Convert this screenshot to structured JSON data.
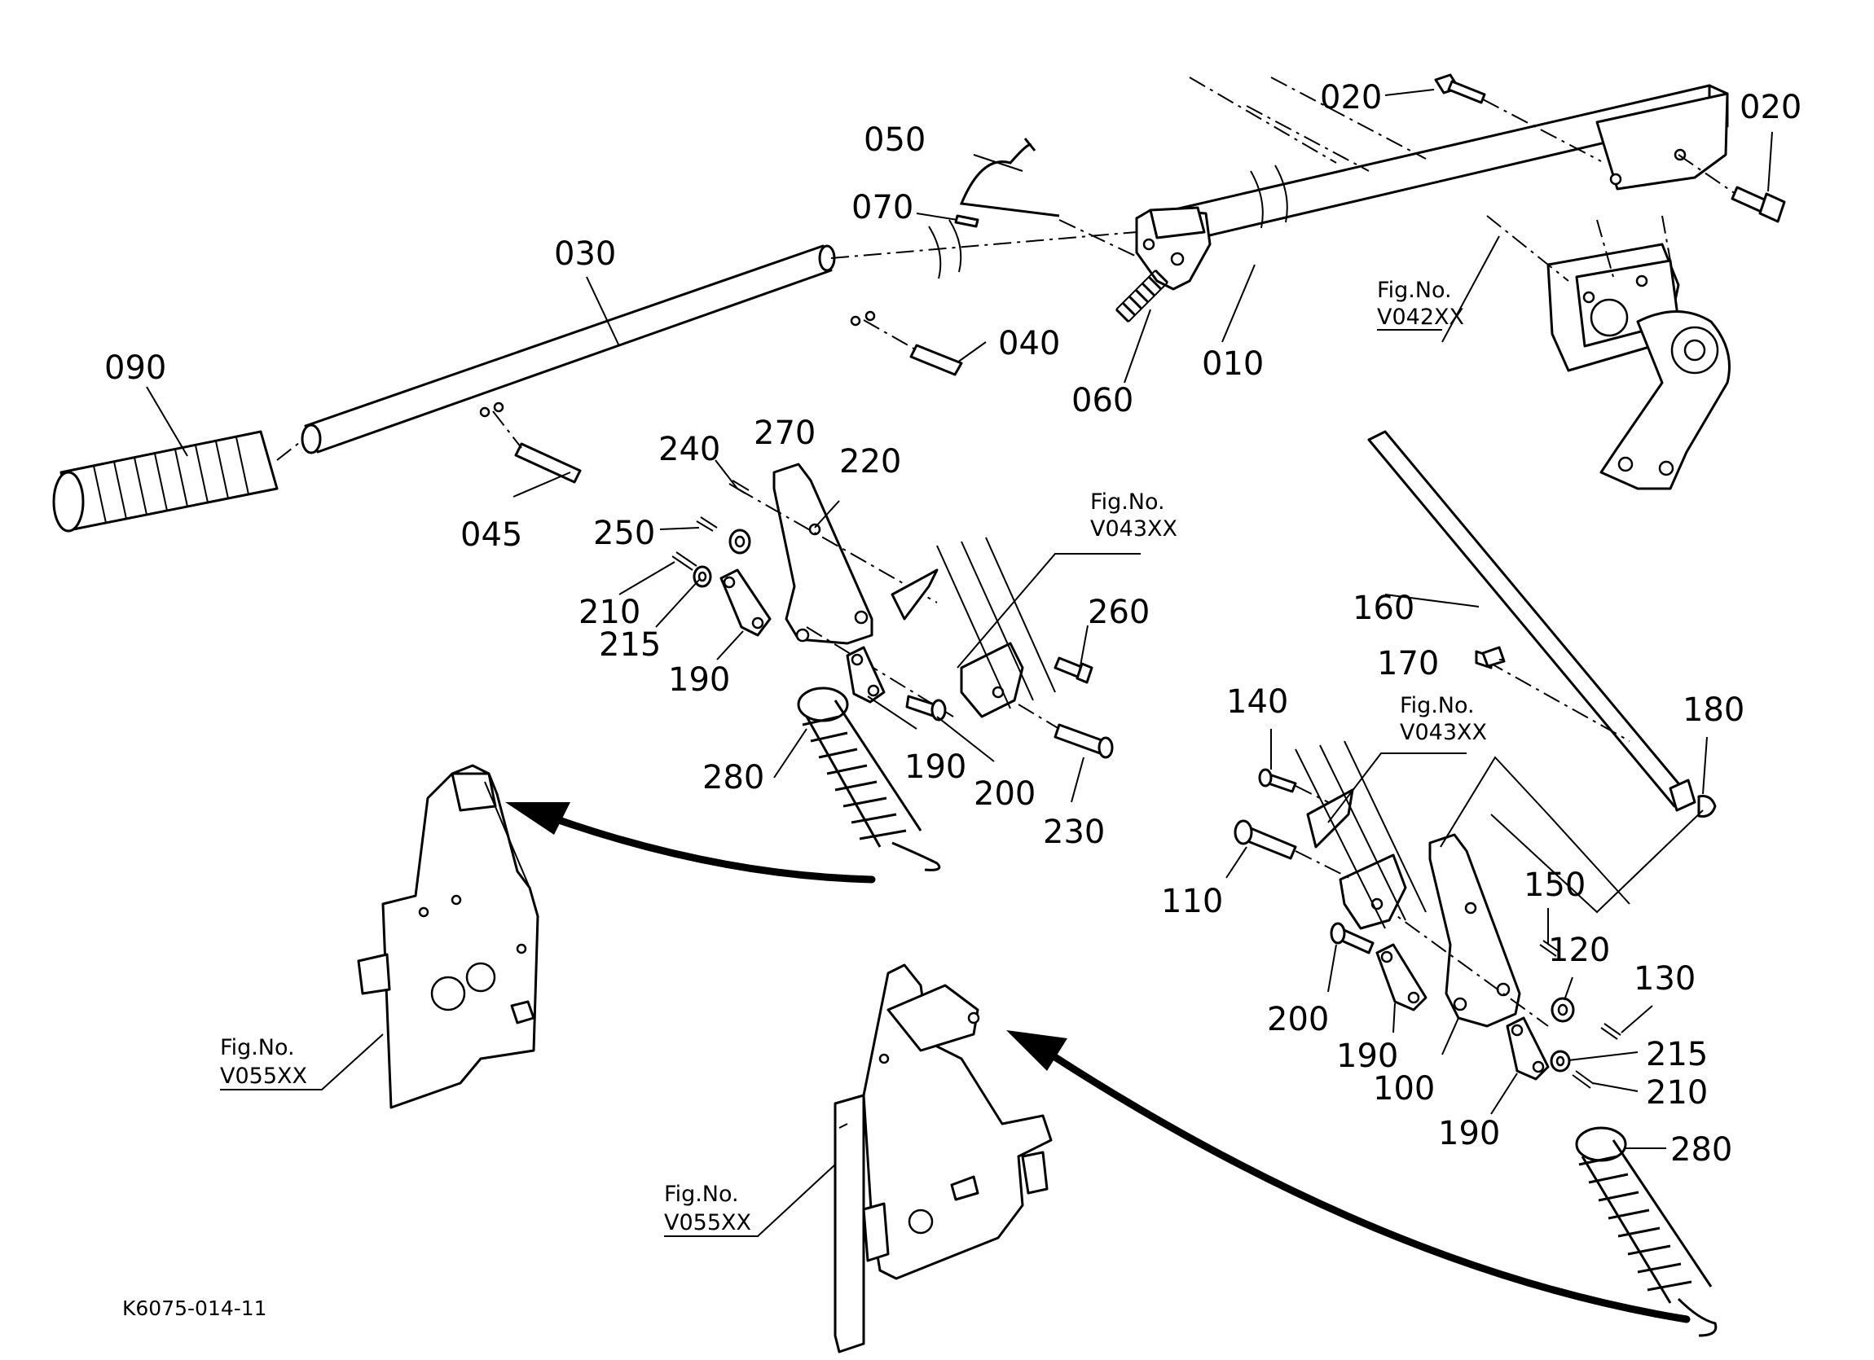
{
  "callouts": {
    "c010": "010",
    "c020a": "020",
    "c020b": "020",
    "c030": "030",
    "c040": "040",
    "c045": "045",
    "c050": "050",
    "c060": "060",
    "c070": "070",
    "c090": "090",
    "c100": "100",
    "c110": "110",
    "c120": "120",
    "c130": "130",
    "c140": "140",
    "c150": "150",
    "c160": "160",
    "c170": "170",
    "c180": "180",
    "c190a": "190",
    "c190b": "190",
    "c190c": "190",
    "c190d": "190",
    "c200a": "200",
    "c200b": "200",
    "c210a": "210",
    "c210b": "210",
    "c215a": "215",
    "c215b": "215",
    "c220": "220",
    "c230": "230",
    "c240": "240",
    "c250": "250",
    "c260": "260",
    "c270": "270",
    "c280a": "280",
    "c280b": "280"
  },
  "figure_refs": {
    "v042": {
      "line1": "Fig.No.",
      "line2": "V042XX"
    },
    "v043a": {
      "line1": "Fig.No.",
      "line2": "V043XX"
    },
    "v043b": {
      "line1": "Fig.No.",
      "line2": "V043XX"
    },
    "v055a": {
      "line1": "Fig.No.",
      "line2": "V055XX"
    },
    "v055b": {
      "line1": "Fig.No.",
      "line2": "V055XX"
    }
  },
  "drawing_code": "K6075-014-11"
}
